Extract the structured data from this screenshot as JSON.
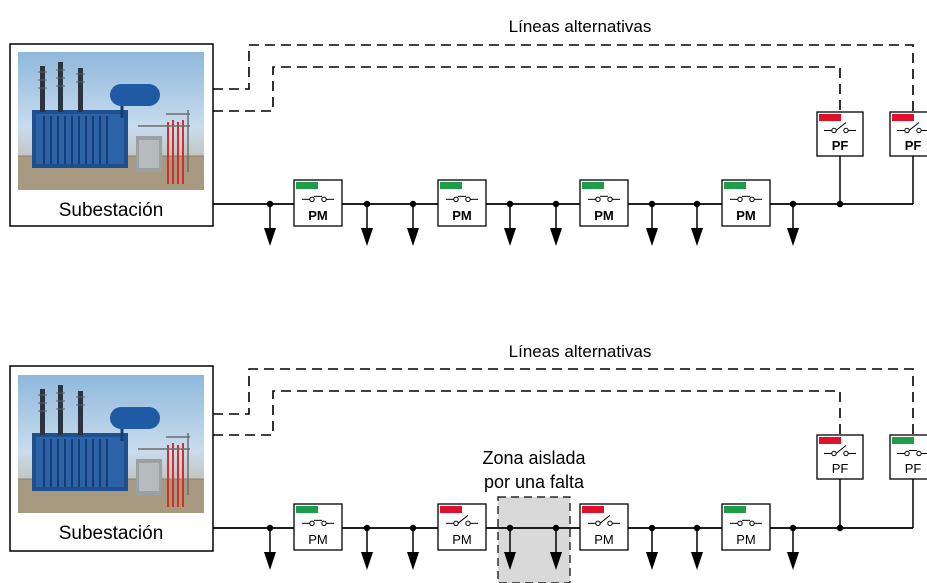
{
  "colors": {
    "line": "#000000",
    "closed_indicator": "#1e9e4a",
    "open_indicator": "#e0102a",
    "isolated_zone": "#d9d9d9"
  },
  "top": {
    "alt_lines_label": "Líneas alternativas",
    "substation_label": "Subestación",
    "pm_devices": [
      {
        "label": "PM",
        "state": "closed"
      },
      {
        "label": "PM",
        "state": "closed"
      },
      {
        "label": "PM",
        "state": "closed"
      },
      {
        "label": "PM",
        "state": "closed"
      }
    ],
    "pf_devices": [
      {
        "label": "PF",
        "state": "open"
      },
      {
        "label": "PF",
        "state": "open"
      }
    ]
  },
  "bottom": {
    "alt_lines_label": "Líneas alternativas",
    "substation_label": "Subestación",
    "zone_label_line1": "Zona aislada",
    "zone_label_line2": "por una falta",
    "pm_devices": [
      {
        "label": "PM",
        "state": "closed"
      },
      {
        "label": "PM",
        "state": "open"
      },
      {
        "label": "PM",
        "state": "open"
      },
      {
        "label": "PM",
        "state": "closed"
      }
    ],
    "pf_devices": [
      {
        "label": "PF",
        "state": "open"
      },
      {
        "label": "PF",
        "state": "closed"
      }
    ]
  }
}
